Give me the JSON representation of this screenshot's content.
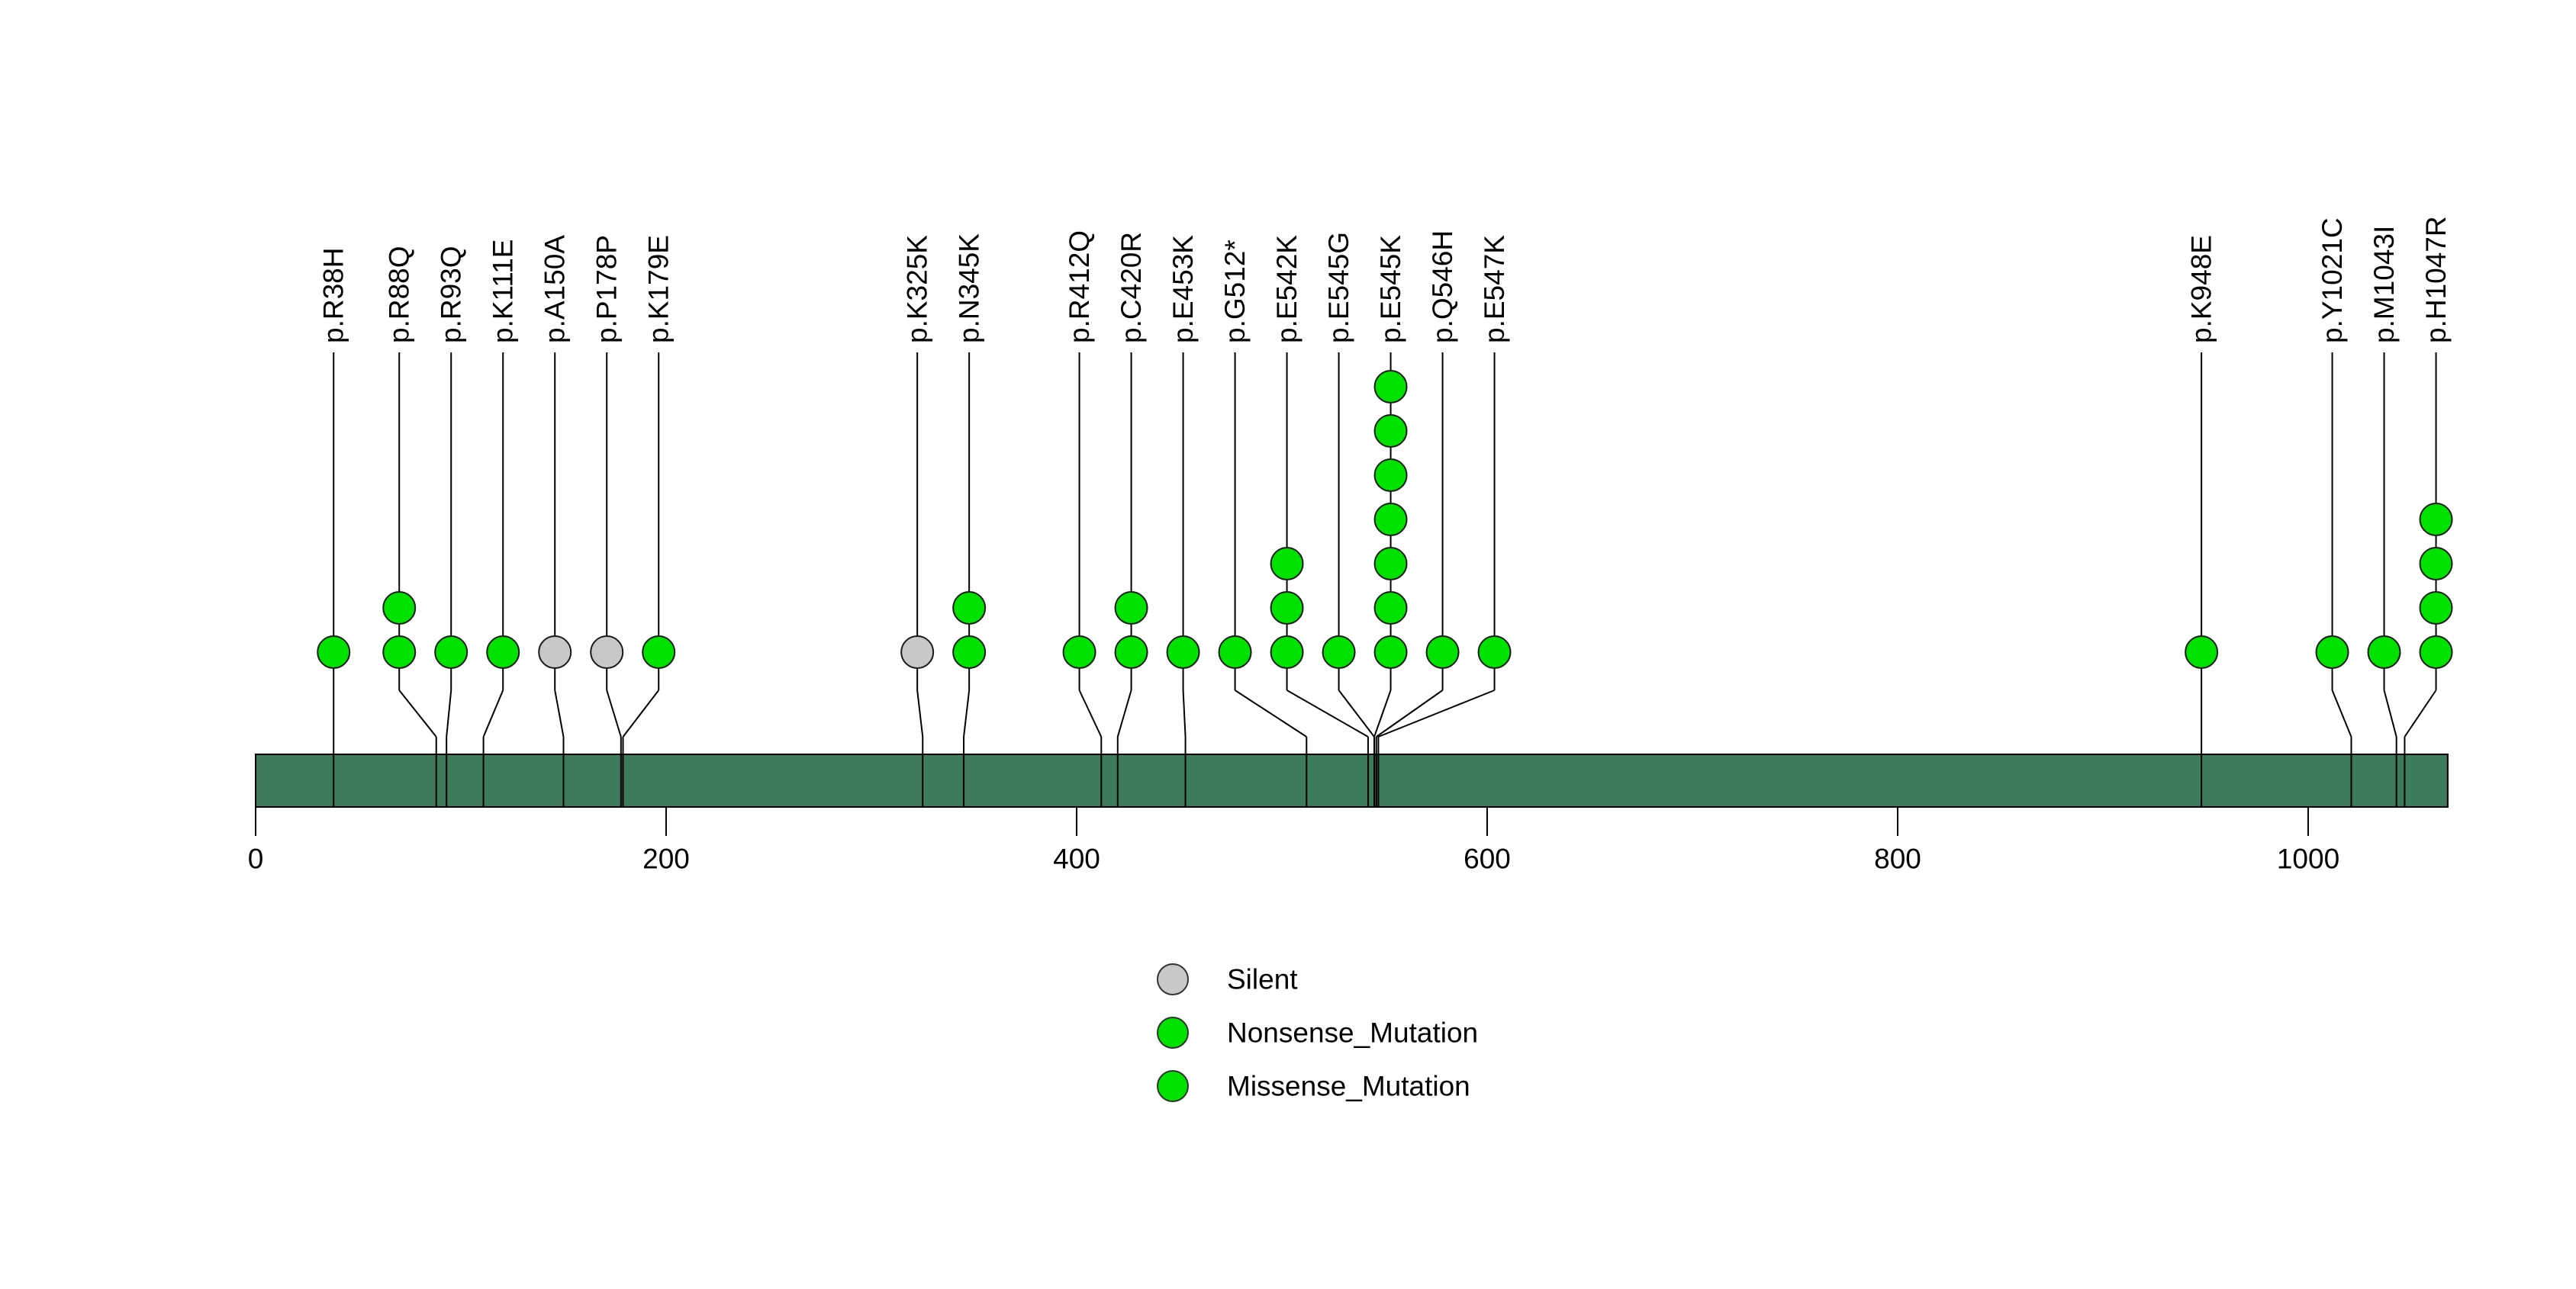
{
  "chart_data": {
    "type": "lollipop",
    "title": "",
    "x_axis": {
      "min": 0,
      "max": 1068,
      "ticks": [
        0,
        200,
        400,
        600,
        800,
        1000
      ]
    },
    "protein_bar": {
      "start": 0,
      "end": 1068,
      "color": "#3E7A5C"
    },
    "classification_colors": {
      "Silent": "#C8C8C8",
      "Nonsense_Mutation": "#00E100",
      "Missense_Mutation": "#00E100"
    },
    "mutations": [
      {
        "label": "p.R38H",
        "position": 38,
        "count": 1,
        "classification": "Missense_Mutation"
      },
      {
        "label": "p.R88Q",
        "position": 88,
        "count": 2,
        "classification": "Missense_Mutation"
      },
      {
        "label": "p.R93Q",
        "position": 93,
        "count": 1,
        "classification": "Missense_Mutation"
      },
      {
        "label": "p.K111E",
        "position": 111,
        "count": 1,
        "classification": "Missense_Mutation"
      },
      {
        "label": "p.A150A",
        "position": 150,
        "count": 1,
        "classification": "Silent"
      },
      {
        "label": "p.P178P",
        "position": 178,
        "count": 1,
        "classification": "Silent"
      },
      {
        "label": "p.K179E",
        "position": 179,
        "count": 1,
        "classification": "Missense_Mutation"
      },
      {
        "label": "p.K325K",
        "position": 325,
        "count": 1,
        "classification": "Silent"
      },
      {
        "label": "p.N345K",
        "position": 345,
        "count": 2,
        "classification": "Missense_Mutation"
      },
      {
        "label": "p.R412Q",
        "position": 412,
        "count": 1,
        "classification": "Missense_Mutation"
      },
      {
        "label": "p.C420R",
        "position": 420,
        "count": 2,
        "classification": "Missense_Mutation"
      },
      {
        "label": "p.E453K",
        "position": 453,
        "count": 1,
        "classification": "Missense_Mutation"
      },
      {
        "label": "p.G512*",
        "position": 512,
        "count": 1,
        "classification": "Nonsense_Mutation"
      },
      {
        "label": "p.E542K",
        "position": 542,
        "count": 3,
        "classification": "Missense_Mutation"
      },
      {
        "label": "p.E545G",
        "position": 545,
        "count": 1,
        "classification": "Missense_Mutation"
      },
      {
        "label": "p.E545K",
        "position": 545,
        "count": 7,
        "classification": "Missense_Mutation"
      },
      {
        "label": "p.Q546H",
        "position": 546,
        "count": 1,
        "classification": "Missense_Mutation"
      },
      {
        "label": "p.E547K",
        "position": 547,
        "count": 1,
        "classification": "Missense_Mutation"
      },
      {
        "label": "p.K948E",
        "position": 948,
        "count": 1,
        "classification": "Missense_Mutation"
      },
      {
        "label": "p.Y1021C",
        "position": 1021,
        "count": 1,
        "classification": "Missense_Mutation"
      },
      {
        "label": "p.M1043I",
        "position": 1043,
        "count": 1,
        "classification": "Missense_Mutation"
      },
      {
        "label": "p.H1047R",
        "position": 1047,
        "count": 4,
        "classification": "Missense_Mutation"
      }
    ],
    "legend": [
      {
        "label": "Silent",
        "color": "#C8C8C8"
      },
      {
        "label": "Nonsense_Mutation",
        "color": "#00E100"
      },
      {
        "label": "Missense_Mutation",
        "color": "#00E100"
      }
    ]
  }
}
